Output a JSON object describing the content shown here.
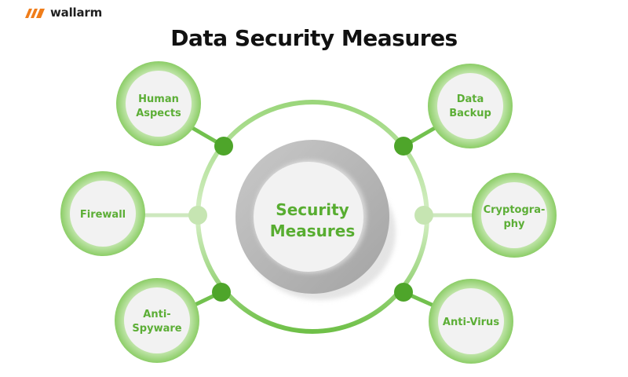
{
  "brand": {
    "name": "wallarm"
  },
  "title": "Data Security Measures",
  "center": {
    "line1": "Security",
    "line2": "Measures"
  },
  "nodes": [
    {
      "id": "human-aspects",
      "lines": [
        "Human",
        "Aspects"
      ]
    },
    {
      "id": "data-backup",
      "lines": [
        "Data",
        "Backup"
      ]
    },
    {
      "id": "firewall",
      "lines": [
        "Firewall"
      ]
    },
    {
      "id": "cryptography",
      "lines": [
        "Cryptogra-",
        "phy"
      ]
    },
    {
      "id": "anti-spyware",
      "lines": [
        "Anti-",
        "Spyware"
      ]
    },
    {
      "id": "anti-virus",
      "lines": [
        "Anti-Virus"
      ]
    }
  ],
  "colors": {
    "accent": "#5cae36",
    "accent_light": "#cde8be",
    "brand_orange": "#f07d1a"
  }
}
